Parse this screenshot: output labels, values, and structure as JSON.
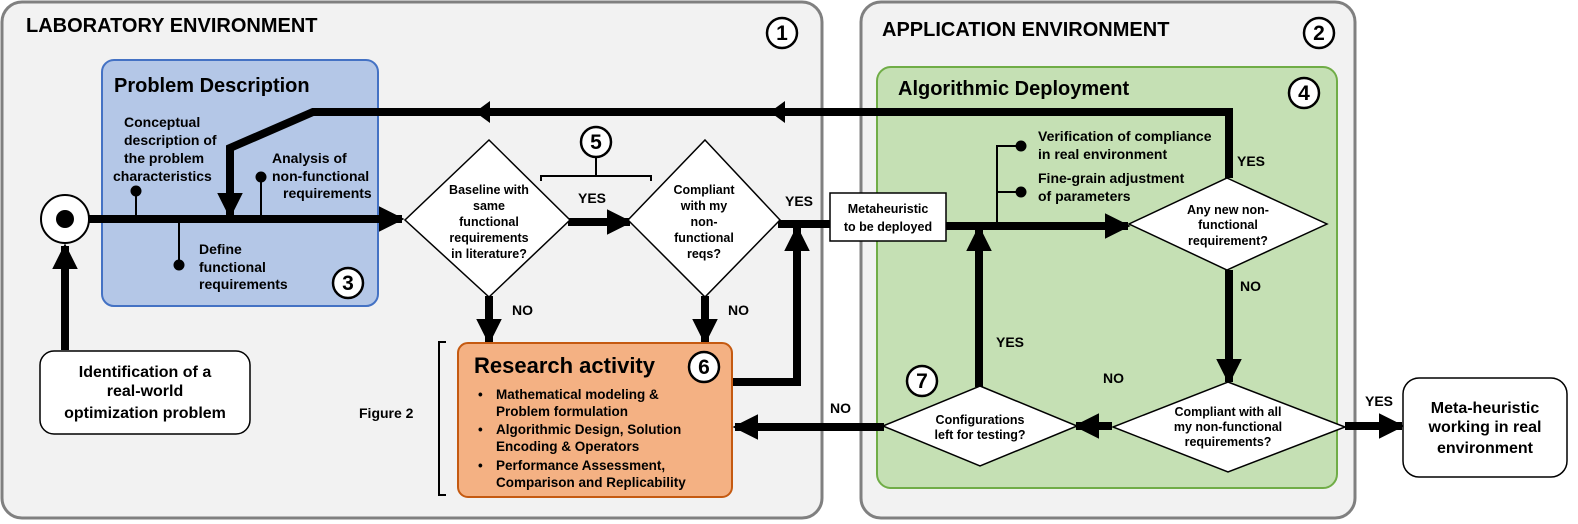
{
  "lab": {
    "title": "LABORATORY ENVIRONMENT",
    "number": "1",
    "problem": {
      "title": "Problem Description",
      "conceptual": [
        "Conceptual",
        "description of",
        "the problem",
        "characteristics"
      ],
      "analysis": [
        "Analysis of",
        "non-functional",
        "requirements"
      ],
      "define": [
        "Define",
        "functional",
        "requirements"
      ],
      "number": "3"
    },
    "identification": [
      "Identification of a",
      "real-world",
      "optimization problem"
    ],
    "baseline": [
      "Baseline with",
      "same",
      "functional",
      "requirements",
      "in literature?"
    ],
    "compliant": [
      "Compliant",
      "with my",
      "non-",
      "functional",
      "reqs?"
    ],
    "step5": "5",
    "research": {
      "title": "Research activity",
      "number": "6",
      "items": [
        [
          "Mathematical modeling &",
          "Problem formulation"
        ],
        [
          "Algorithmic Design, Solution",
          "Encoding & Operators"
        ],
        [
          "Performance Assessment,",
          "Comparison and Replicability"
        ]
      ]
    },
    "figure_label": "Figure 2"
  },
  "app": {
    "title": "APPLICATION ENVIRONMENT",
    "number": "2",
    "deployment": {
      "title": "Algorithmic Deployment",
      "number": "4",
      "verification": [
        "Verification of compliance",
        "in real environment"
      ],
      "finegrain": [
        "Fine-grain adjustment",
        "of parameters"
      ]
    },
    "metaheuristic": [
      "Metaheuristic",
      "to be deployed"
    ],
    "new_req": [
      "Any new non-",
      "functional",
      "requirement?"
    ],
    "compliant_all": [
      "Compliant with all",
      "my non-functional",
      "requirements?"
    ],
    "configurations": [
      "Configurations",
      "left for testing?"
    ],
    "step7": "7",
    "working": [
      "Meta-heuristic",
      "working in real",
      "environment"
    ]
  },
  "labels": {
    "yes": "YES",
    "no": "NO"
  }
}
